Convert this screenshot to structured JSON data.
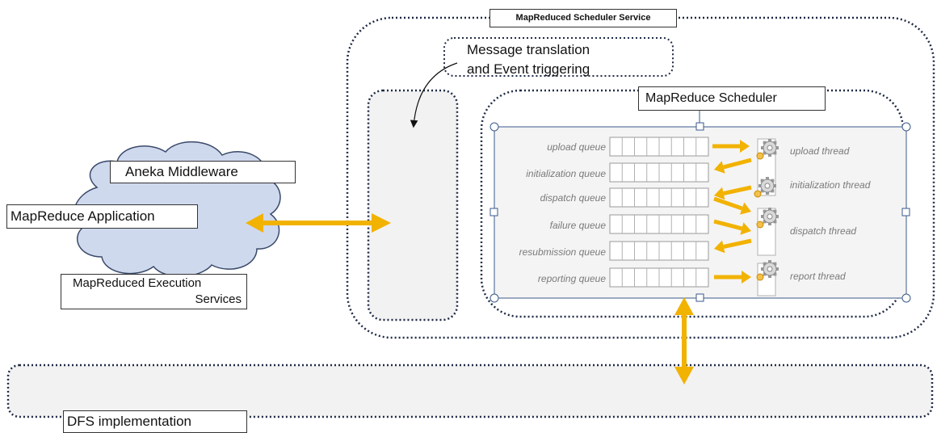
{
  "scheduler_service": {
    "title": "MapReduced Scheduler Service"
  },
  "message_box": {
    "line1": "Message translation",
    "line2": "and Event triggering"
  },
  "scheduler": {
    "title": "MapReduce Scheduler",
    "queues": [
      "upload queue",
      "initialization queue",
      "dispatch queue",
      "failure queue",
      "resubmission queue",
      "reporting queue"
    ],
    "threads": [
      "upload thread",
      "initialization thread",
      "dispatch thread",
      "report thread"
    ]
  },
  "cloud": {
    "middleware_label": "Aneka Middleware",
    "application_label": "MapReduce Application",
    "execution_line1": "MapReduced Execution",
    "execution_line2": "Services"
  },
  "dfs": {
    "label": "DFS implementation"
  },
  "colors": {
    "arrow": "#f2b200",
    "border": "#1f2a44",
    "panel": "#f2f2f2",
    "cloud": "#cfd9ee"
  }
}
